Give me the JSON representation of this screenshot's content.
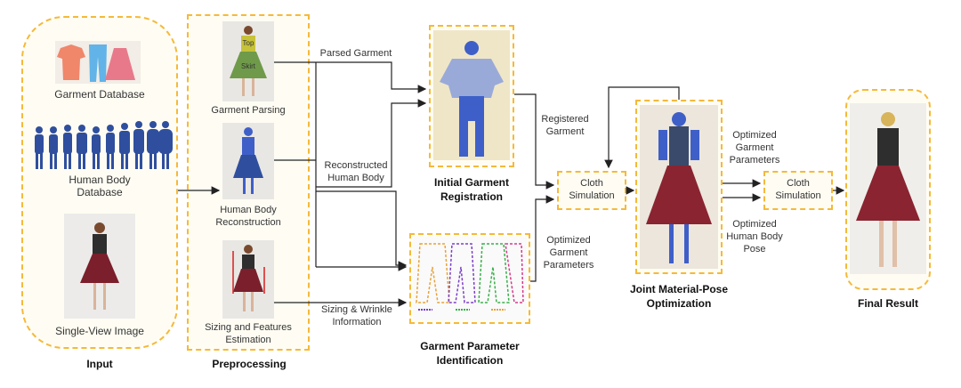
{
  "input": {
    "title": "Input",
    "garment_db": "Garment Database",
    "body_db_line1": "Human Body",
    "body_db_line2": "Database",
    "image_label": "Single-View Image"
  },
  "preprocessing": {
    "title": "Preprocessing",
    "parsing": "Garment Parsing",
    "recon_line1": "Human Body",
    "recon_line2": "Reconstruction",
    "sizing_line1": "Sizing and Features",
    "sizing_line2": "Estimation",
    "top_tag": "Top",
    "skirt_tag": "Skirt"
  },
  "edges": {
    "parsed_garment": "Parsed Garment",
    "recon_body_line1": "Reconstructed",
    "recon_body_line2": "Human Body",
    "sizing_line1": "Sizing & Wrinkle",
    "sizing_line2": "Information",
    "registered_line1": "Registered",
    "registered_line2": "Garment",
    "opt_params_line1": "Optimized",
    "opt_params_line2": "Garment",
    "opt_params_line3": "Parameters",
    "opt_params2_line1": "Optimized",
    "opt_params2_line2": "Garment",
    "opt_params2_line3": "Parameters",
    "opt_pose_line1": "Optimized",
    "opt_pose_line2": "Human Body",
    "opt_pose_line3": "Pose"
  },
  "registration": {
    "line1": "Initial Garment",
    "line2": "Registration"
  },
  "param_id": {
    "line1": "Garment Parameter",
    "line2": "Identification"
  },
  "cloth_sim_1": {
    "line1": "Cloth",
    "line2": "Simulation"
  },
  "cloth_sim_2": {
    "line1": "Cloth",
    "line2": "Simulation"
  },
  "joint": {
    "line1": "Joint Material-Pose",
    "line2": "Optimization"
  },
  "final": {
    "title": "Final Result"
  },
  "colors": {
    "accent_border": "#f5b93a",
    "body_blue": "#3f5fc8",
    "skirt_red": "#8a2430",
    "top_dark": "#3a3a3a"
  }
}
